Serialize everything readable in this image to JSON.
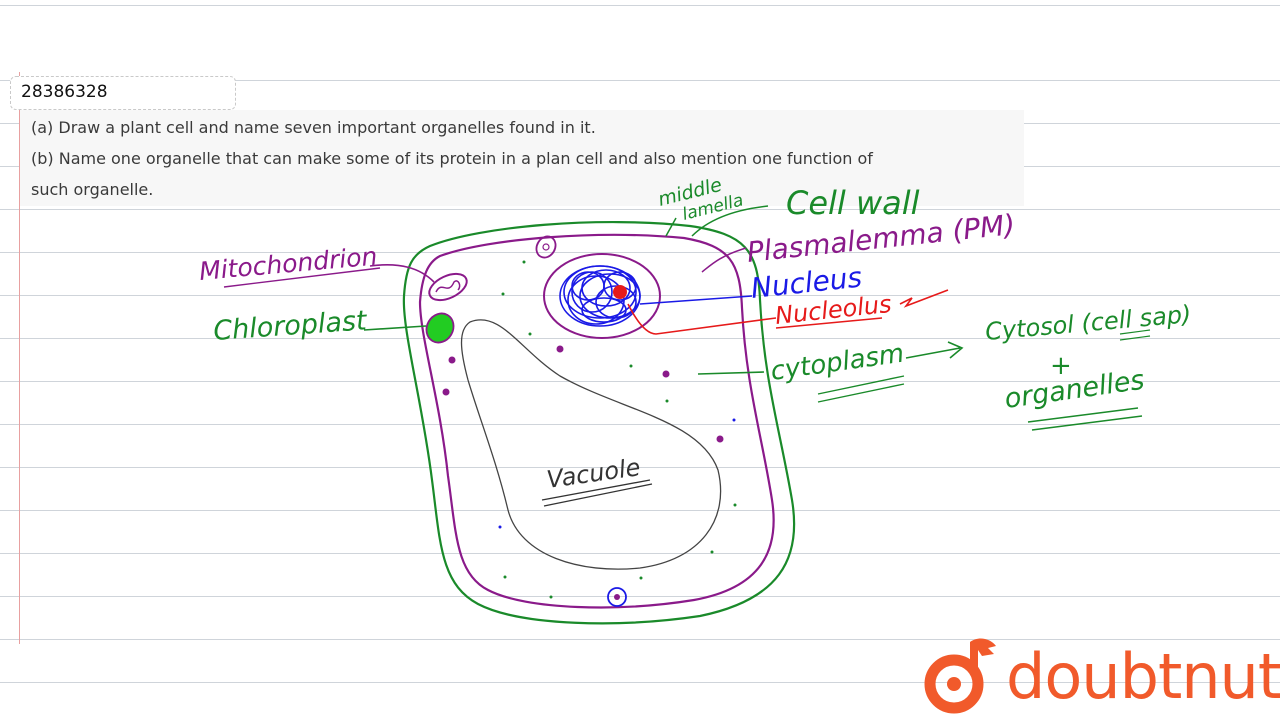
{
  "question": {
    "id": "28386328",
    "part_a": "(a) Draw a plant cell and name seven important organelles found in it.",
    "part_b_line1": "(b) Name one organelle that can make some of its protein in a plan cell and also mention one function of",
    "part_b_line2": "such organelle."
  },
  "labels": {
    "middle_lamella": "middle lamella",
    "cell_wall": "Cell wall",
    "plasmalemma": "Plasmalemma (PM)",
    "nucleus": "Nucleus",
    "nucleolus": "Nucleolus",
    "mitochondrion": "Mitochondrion",
    "chloroplast": "Chloroplast",
    "cytoplasm": "cytoplasm",
    "cytosol": "Cytosol (cell sap)",
    "plus": "+",
    "organelles": "organelles",
    "vacuole": "Vacuole"
  },
  "colors": {
    "green": "#1a8a2a",
    "purple": "#8a1a8a",
    "blue": "#1a1ae6",
    "red": "#e61a1a",
    "black": "#333333",
    "brand": "#f15a2b"
  },
  "brand": {
    "name": "doubtnut",
    "icon": "doubtnut-logo-icon"
  }
}
